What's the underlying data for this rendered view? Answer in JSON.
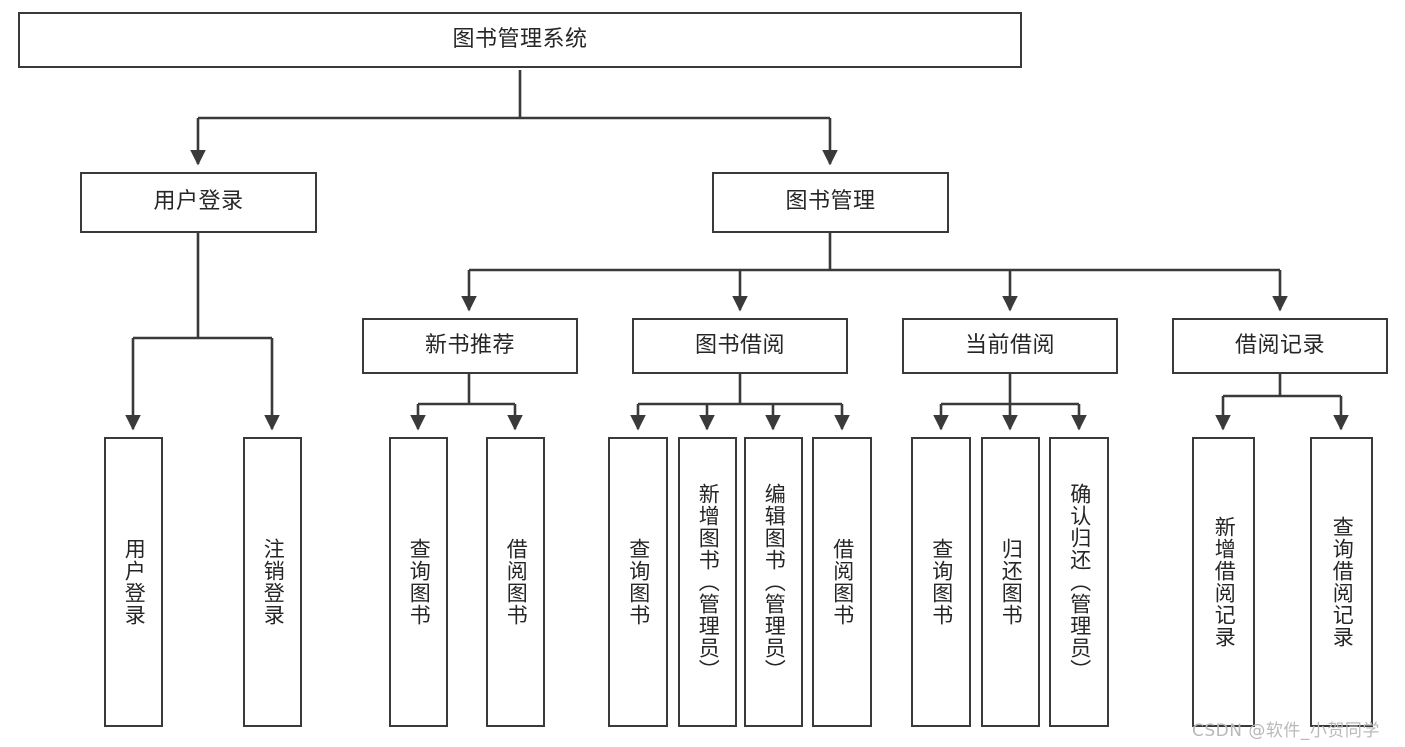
{
  "diagram": {
    "title_node": {
      "id": "root",
      "label": "图书管理系统"
    },
    "level1": [
      {
        "id": "user-login",
        "label": "用户登录"
      },
      {
        "id": "book-management",
        "label": "图书管理"
      }
    ],
    "level2": [
      {
        "id": "new-book-recommend",
        "label": "新书推荐"
      },
      {
        "id": "book-borrow",
        "label": "图书借阅"
      },
      {
        "id": "current-borrow",
        "label": "当前借阅"
      },
      {
        "id": "borrow-record",
        "label": "借阅记录"
      }
    ],
    "leaves": {
      "user_login": [
        {
          "id": "leaf-user-login",
          "label": "用户登录"
        },
        {
          "id": "leaf-logout-login",
          "label": "注销登录"
        }
      ],
      "new_book_recommend": [
        {
          "id": "leaf-query-book-1",
          "label": "查询图书"
        },
        {
          "id": "leaf-borrow-book-1",
          "label": "借阅图书"
        }
      ],
      "book_borrow": [
        {
          "id": "leaf-query-book-2",
          "label": "查询图书"
        },
        {
          "id": "leaf-add-book",
          "label": "新增图书（管理员）"
        },
        {
          "id": "leaf-edit-book",
          "label": "编辑图书（管理员）"
        },
        {
          "id": "leaf-borrow-book-2",
          "label": "借阅图书"
        }
      ],
      "current_borrow": [
        {
          "id": "leaf-query-book-3",
          "label": "查询图书"
        },
        {
          "id": "leaf-return-book",
          "label": "归还图书"
        },
        {
          "id": "leaf-confirm-return",
          "label": "确认归还（管理员）"
        }
      ],
      "borrow_record": [
        {
          "id": "leaf-add-record",
          "label": "新增借阅记录"
        },
        {
          "id": "leaf-query-record",
          "label": "查询借阅记录"
        }
      ]
    }
  },
  "watermark": {
    "text": "CSDN @软件_小贺同学"
  },
  "colors": {
    "border": "#3a3a3a",
    "text": "#262626",
    "background": "#ffffff",
    "edge": "#3a3a3a",
    "watermark": "#b9b9b9"
  }
}
